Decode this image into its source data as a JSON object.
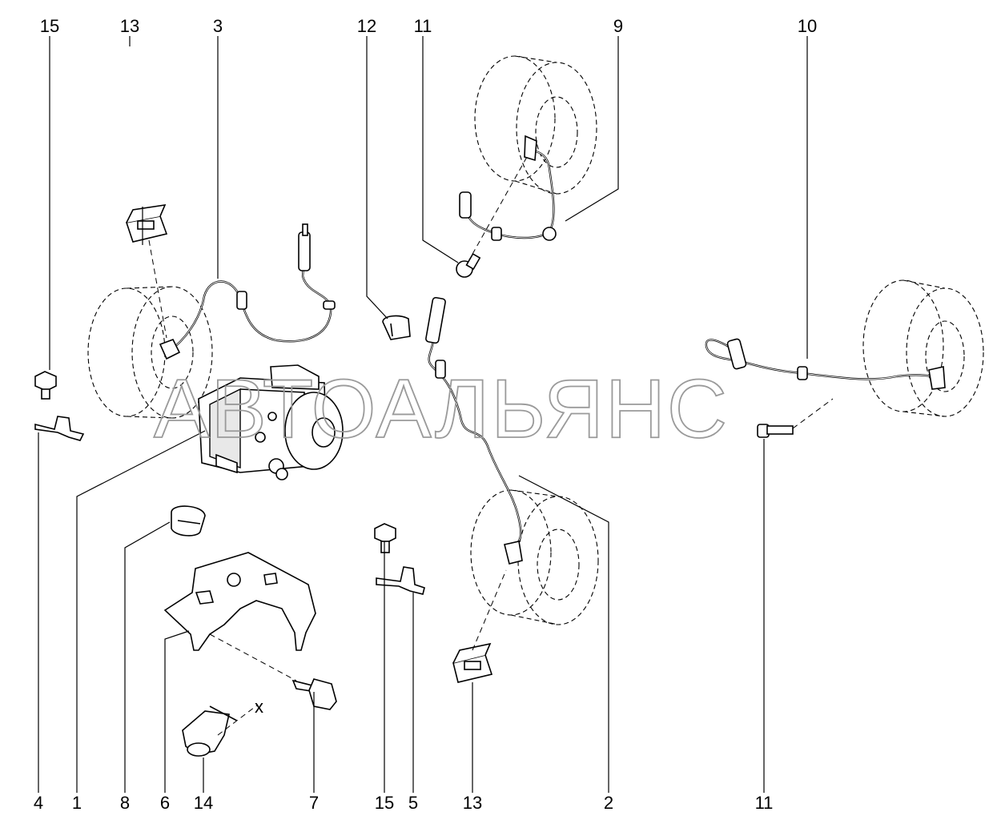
{
  "watermark": "АВТОАЛЬЯНС",
  "callouts": {
    "top": [
      "15",
      "13",
      "3",
      "12",
      "11",
      "9",
      "10"
    ],
    "bottom": [
      "4",
      "1",
      "8",
      "6",
      "14",
      "7",
      "15",
      "5",
      "13",
      "2",
      "11"
    ]
  },
  "annotation": "x"
}
